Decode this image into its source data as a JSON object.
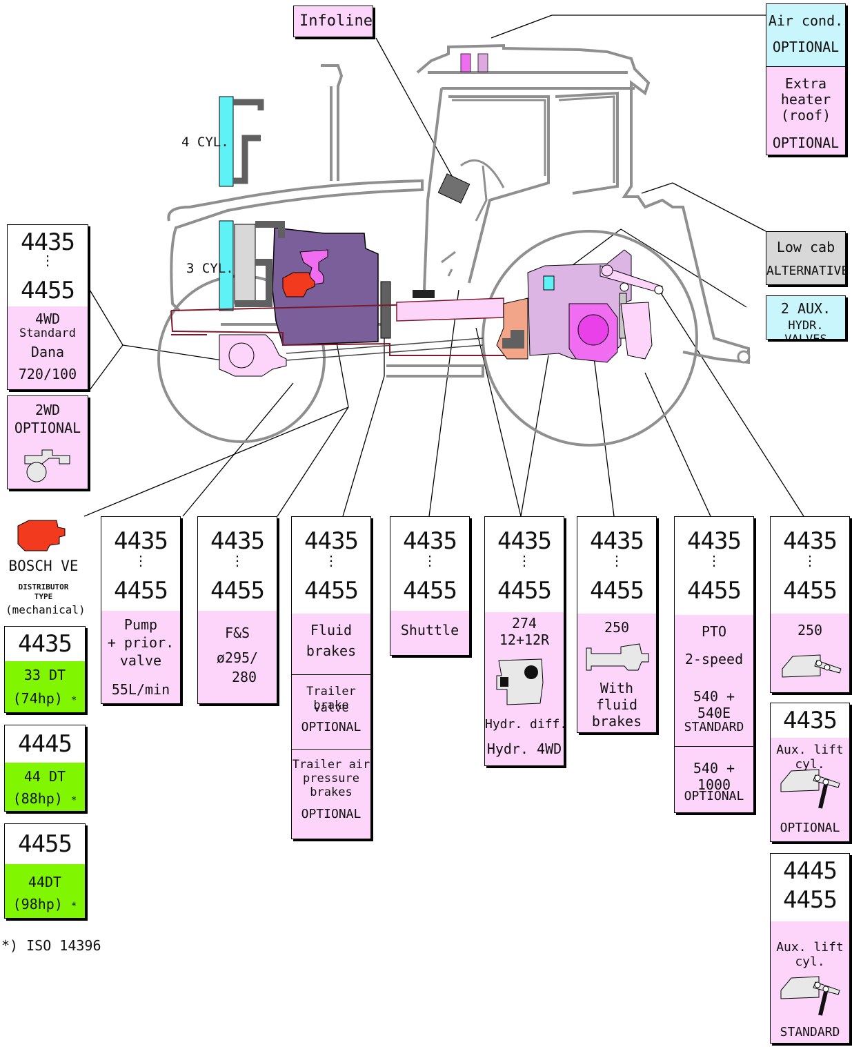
{
  "top": {
    "infoline": "Infoline",
    "air_cond": "Air cond.",
    "air_cond_status": "OPTIONAL",
    "heater_line1": "Extra",
    "heater_line2": "heater",
    "heater_line3": "(roof)",
    "heater_status": "OPTIONAL",
    "low_cab": "Low cab",
    "low_cab_status": "ALTERNATIVE",
    "aux_valves_line1": "2 AUX.",
    "aux_valves_line2": "HYDR. VALVES"
  },
  "engine_labels": {
    "four_cyl": "4 CYL.",
    "three_cyl": "3 CYL."
  },
  "front_axle": {
    "model_from": "4435",
    "model_to": "4455",
    "line1": "4WD",
    "line2": "Standard",
    "line3": "Dana",
    "line4": "720/100",
    "alt_line1": "2WD",
    "alt_line2": "OPTIONAL"
  },
  "fuel_pump": {
    "name": "BOSCH VE",
    "line1": "DISTRIBUTOR",
    "line2": "TYPE",
    "line3": "(mechanical)"
  },
  "engines": [
    {
      "model": "4435",
      "engine": "33 DT",
      "power": "(74hp)",
      "mark": "*"
    },
    {
      "model": "4445",
      "engine": "44 DT",
      "power": "(88hp)",
      "mark": "*"
    },
    {
      "model": "4455",
      "engine": "44DT",
      "power": "(98hp)",
      "mark": "*"
    }
  ],
  "footnote": "*) ISO 14396",
  "cols": {
    "pump": {
      "from": "4435",
      "to": "4455",
      "l1": "Pump",
      "l2": "+ prior.",
      "l3": "valve",
      "l4": "55L/min"
    },
    "clutch": {
      "from": "4435",
      "to": "4455",
      "l1": "F&S",
      "l2": "ø295/",
      "l3": "280"
    },
    "brakes": {
      "from": "4435",
      "to": "4455",
      "l1": "Fluid",
      "l2": "brakes",
      "tb1": "Trailer brake",
      "tb2": "valve",
      "tb3": "OPTIONAL",
      "ta1": "Trailer air",
      "ta2": "pressure",
      "ta3": "brakes",
      "ta4": "OPTIONAL"
    },
    "shuttle": {
      "from": "4435",
      "to": "4455",
      "l1": "Shuttle"
    },
    "gearbox": {
      "from": "4435",
      "to": "4455",
      "l1": "274",
      "l2": "12+12R",
      "l3": "Hydr. diff. lock",
      "l4": "Hydr. 4WD"
    },
    "rear_axle": {
      "from": "4435",
      "to": "4455",
      "l1": "250",
      "l2": "With",
      "l3": "fluid",
      "l4": "brakes"
    },
    "pto": {
      "from": "4435",
      "to": "4455",
      "l1": "PTO",
      "l2": "2-speed",
      "l3": "540 + 540E",
      "l4": "STANDARD",
      "l5": "540 + 1000",
      "l6": "OPTIONAL"
    },
    "lift": {
      "from": "4435",
      "to": "4455",
      "l1": "250"
    },
    "aux1": {
      "model": "4435",
      "l1": "Aux. lift cyl.",
      "l2": "OPTIONAL"
    },
    "aux2": {
      "model1": "4445",
      "model2": "4455",
      "l1": "Aux. lift cyl.",
      "l2": "STANDARD"
    }
  },
  "colors": {
    "pink": "#fdd5fb",
    "cyan": "#c8f6fc",
    "green": "#80f700",
    "engine": "#7b5f9a",
    "pump": "#f23a1e",
    "grey": "#8f8f8f"
  }
}
